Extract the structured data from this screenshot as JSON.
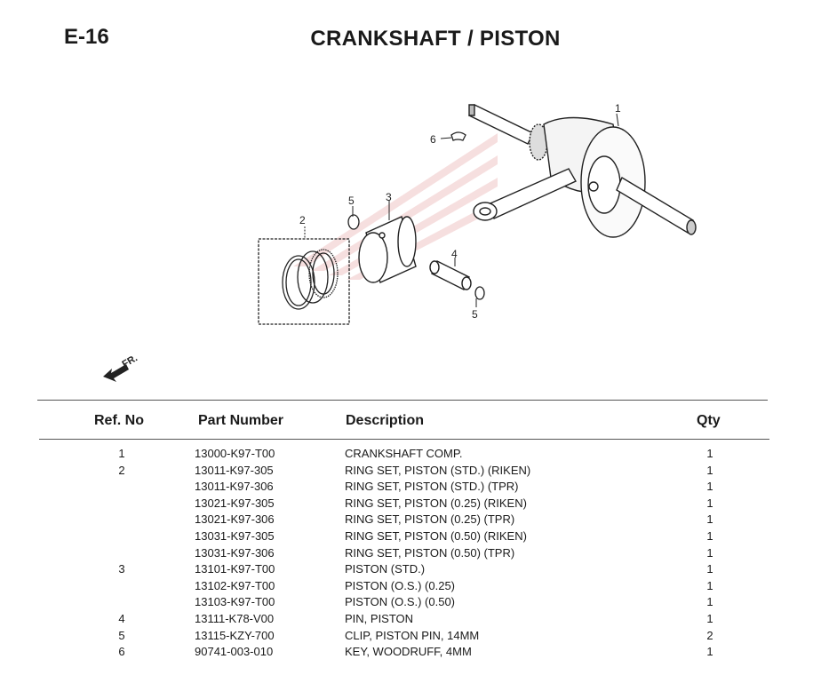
{
  "page": {
    "code": "E-16",
    "title": "CRANKSHAFT / PISTON"
  },
  "diagram": {
    "callouts": {
      "c1": "1",
      "c2": "2",
      "c3": "3",
      "c4": "4",
      "c5a": "5",
      "c5b": "5",
      "c6": "6"
    },
    "front_arrow_label": "FR."
  },
  "table": {
    "headers": {
      "ref": "Ref. No",
      "part": "Part Number",
      "desc": "Description",
      "qty": "Qty"
    },
    "rows": [
      {
        "ref": "1",
        "part": "13000-K97-T00",
        "desc": "CRANKSHAFT COMP.",
        "qty": "1"
      },
      {
        "ref": "2",
        "part": "13011-K97-305",
        "desc": "RING SET, PISTON (STD.) (RIKEN)",
        "qty": "1"
      },
      {
        "ref": "",
        "part": "13011-K97-306",
        "desc": "RING SET, PISTON (STD.) (TPR)",
        "qty": "1"
      },
      {
        "ref": "",
        "part": "13021-K97-305",
        "desc": "RING SET, PISTON (0.25) (RIKEN)",
        "qty": "1"
      },
      {
        "ref": "",
        "part": "13021-K97-306",
        "desc": "RING SET, PISTON (0.25) (TPR)",
        "qty": "1"
      },
      {
        "ref": "",
        "part": "13031-K97-305",
        "desc": "RING SET, PISTON (0.50) (RIKEN)",
        "qty": "1"
      },
      {
        "ref": "",
        "part": "13031-K97-306",
        "desc": "RING SET, PISTON (0.50) (TPR)",
        "qty": "1"
      },
      {
        "ref": "3",
        "part": "13101-K97-T00",
        "desc": "PISTON (STD.)",
        "qty": "1"
      },
      {
        "ref": "",
        "part": "13102-K97-T00",
        "desc": "PISTON (O.S.) (0.25)",
        "qty": "1"
      },
      {
        "ref": "",
        "part": "13103-K97-T00",
        "desc": "PISTON (O.S.) (0.50)",
        "qty": "1"
      },
      {
        "ref": "4",
        "part": "13111-K78-V00",
        "desc": "PIN, PISTON",
        "qty": "1"
      },
      {
        "ref": "5",
        "part": "13115-KZY-700",
        "desc": "CLIP, PISTON PIN, 14MM",
        "qty": "2"
      },
      {
        "ref": "6",
        "part": "90741-003-010",
        "desc": "KEY, WOODRUFF, 4MM",
        "qty": "1"
      }
    ]
  }
}
